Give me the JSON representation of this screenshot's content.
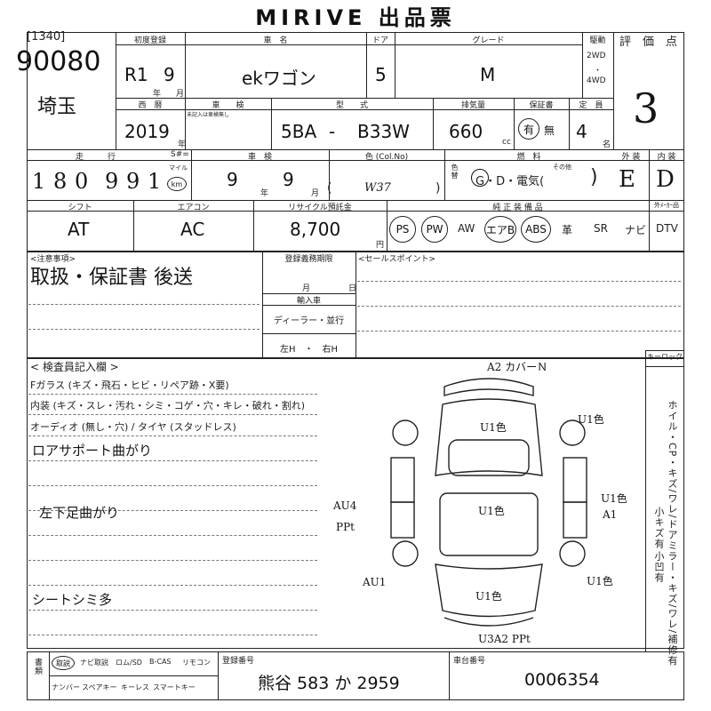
{
  "header": {
    "title": "MIRIVE 出品票"
  },
  "lot": {
    "code": "[1340]",
    "number": "90080",
    "region": "埼玉"
  },
  "row1": {
    "labels": {
      "first_reg": "初度登録",
      "model_name": "車　名",
      "doors": "ドア",
      "grade": "グレード",
      "drive": "駆動"
    },
    "first_reg_year": "R1",
    "first_reg_month": "9",
    "year_unit": "年",
    "month_unit": "月",
    "model_name": "ekワゴン",
    "doors": "5",
    "grade": "M",
    "drive_2wd": "2WD",
    "drive_sep": "・",
    "drive_4wd": "4WD",
    "score_label": "評　価　点",
    "score": "3"
  },
  "row2": {
    "labels": {
      "year": "西　暦",
      "inspection": "車　　検",
      "inspection_sub": "未記入は車検無し",
      "model_type": "型　　式",
      "displacement": "排気量",
      "warranty": "保証書",
      "capacity": "定　員"
    },
    "year": "2019",
    "year_unit": "年",
    "model_prefix": "5BA",
    "model_dash": "-",
    "model_suffix": "B33W",
    "displacement": "660",
    "cc_unit": "cc",
    "warranty_yes": "有",
    "warranty_no": "無",
    "capacity": "4",
    "capacity_unit": "名"
  },
  "row3": {
    "labels": {
      "mileage": "走　　　行",
      "sno": "S#=",
      "register": "車　検",
      "color": "色 (Col.No)",
      "fuel": "燃　料",
      "exterior": "外 装",
      "interior": "内 装",
      "mile_unit": "マイル",
      "km_unit": "km"
    },
    "mileage_digits": [
      "1",
      "8",
      "0",
      "9",
      "9",
      "1"
    ],
    "register_year": "9",
    "register_month": "9",
    "year_unit": "年",
    "month_unit": "月",
    "color_open": "(",
    "color_code": "W37",
    "color_close": ")",
    "paint_label": "色替",
    "fuel_options": "G・D・電気(",
    "fuel_other_label": "その他",
    "fuel_close": ")",
    "exterior": "E",
    "interior": "D"
  },
  "row4": {
    "labels": {
      "shift": "シフト",
      "aircon": "エアコン",
      "recycle": "リサイクル預託金",
      "equipment": "純 正 装 備 品",
      "extra": "外ﾒｰｶｰ品"
    },
    "shift": "AT",
    "aircon": "AC",
    "recycle": "8,700",
    "yen_unit": "円",
    "equipment": [
      "PS",
      "PW",
      "AW",
      "エアB",
      "ABS",
      "革",
      "SR",
      "ナビ",
      "DTV"
    ]
  },
  "notes": {
    "label": "<注意事項>",
    "text": "取扱・保証書 後送",
    "sales_label": "<セールスポイント>",
    "registry_label": "登録義務期限",
    "month_label": "月",
    "day_label": "日",
    "import_label": "輸入車",
    "import_dealer": "ディーラー・並行",
    "handle": "左H　・　右H"
  },
  "inspector": {
    "label": "< 検査員記入欄 >",
    "lines": [
      "Fガラス (キズ・飛石・ヒビ・リペア跡・X要)",
      "内装 (キズ・スレ・汚れ・シミ・コゲ・穴・キレ・破れ・割れ)",
      "オーディオ (無し・穴) / タイヤ (スタッドレス)"
    ],
    "notes": [
      "ロアサポート曲がり",
      "左下足曲がり",
      "シートシミ多"
    ]
  },
  "diagram": {
    "keylock_label": "キーロック",
    "annotations": [
      "A2 カバーＮ",
      "U1色",
      "U1色",
      "U1色",
      "U1色",
      "A1",
      "AU4",
      "PPt",
      "AU1",
      "U1色",
      "U1色",
      "U3A2 PPt"
    ],
    "side_text": "ホイル・CP・キズ/ワレ/ドアミラー・キズ/ワレ/補修有",
    "side_sub1": "小キズ有",
    "side_sub2": "小凹有"
  },
  "footer": {
    "docs_label": "書類",
    "docs_items_top": [
      "取説",
      "ナビ取説",
      "ロム/SD",
      "B-CAS",
      "リモコン"
    ],
    "docs_items_bottom": [
      "ナンバー",
      "スペアキー",
      "キーレス",
      "スマートキー"
    ],
    "plate_label": "登録番号",
    "plate": "熊谷 583 か 2959",
    "chassis_label": "車台番号",
    "chassis": "0006354"
  }
}
